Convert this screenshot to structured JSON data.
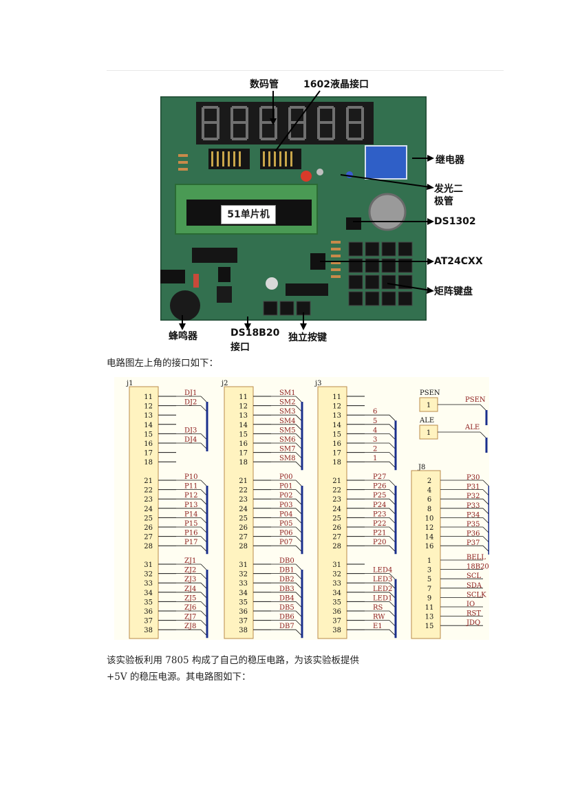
{
  "photo": {
    "callouts": {
      "seven_seg": "数码管",
      "lcd_port": "1602液晶接口",
      "relay": "继电器",
      "led_line1": "发光二",
      "led_line2": "极管",
      "ds1302": "DS1302",
      "eeprom": "AT24CXX",
      "keypad": "矩阵键盘",
      "buzzer": "蜂鸣器",
      "ds18b20_line1": "DS18B20",
      "ds18b20_line2": "接口",
      "buttons": "独立按键",
      "mcu": "51单片机"
    }
  },
  "text": {
    "intro": "电路图左上角的接口如下：",
    "para_line1": "该实验板利用 7805 构成了自己的稳压电路，为该实验板提供",
    "para_line2": "+5V 的稳压电源。其电路图如下："
  },
  "schematic": {
    "colors": {
      "body": "#fff3c0",
      "border": "#b88b4a",
      "pin_text": "#111111",
      "net_text": "#8b1a1a",
      "bus": "#1a2f8c"
    },
    "headers": [
      {
        "label": "j1",
        "groups": [
          {
            "pins": [
              "11",
              "12",
              "13",
              "14",
              "15",
              "16",
              "17",
              "18"
            ],
            "nets": [
              "DJ1",
              "DJ2",
              "",
              "",
              "DJ3",
              "DJ4",
              "",
              ""
            ]
          },
          {
            "pins": [
              "21",
              "22",
              "23",
              "24",
              "25",
              "26",
              "27",
              "28"
            ],
            "nets": [
              "P10",
              "P11",
              "P12",
              "P13",
              "P14",
              "P15",
              "P16",
              "P17"
            ]
          },
          {
            "pins": [
              "31",
              "32",
              "33",
              "34",
              "35",
              "36",
              "37",
              "38"
            ],
            "nets": [
              "ZJ1",
              "ZJ2",
              "ZJ3",
              "ZJ4",
              "ZJ5",
              "ZJ6",
              "ZJ7",
              "ZJ8"
            ]
          }
        ]
      },
      {
        "label": "j2",
        "groups": [
          {
            "pins": [
              "11",
              "12",
              "13",
              "14",
              "15",
              "16",
              "17",
              "18"
            ],
            "nets": [
              "SM1",
              "SM2",
              "SM3",
              "SM4",
              "SM5",
              "SM6",
              "SM7",
              "SM8"
            ]
          },
          {
            "pins": [
              "21",
              "22",
              "23",
              "24",
              "25",
              "26",
              "27",
              "28"
            ],
            "nets": [
              "P00",
              "P01",
              "P02",
              "P03",
              "P04",
              "P05",
              "P06",
              "P07"
            ]
          },
          {
            "pins": [
              "31",
              "32",
              "33",
              "34",
              "35",
              "36",
              "37",
              "38"
            ],
            "nets": [
              "DB0",
              "DB1",
              "DB2",
              "DB3",
              "DB4",
              "DB5",
              "DB6",
              "DB7"
            ]
          }
        ]
      },
      {
        "label": "j3",
        "groups": [
          {
            "pins": [
              "11",
              "12",
              "13",
              "14",
              "15",
              "16",
              "17",
              "18"
            ],
            "nets": [
              "",
              "",
              "6",
              "5",
              "4",
              "3",
              "2",
              "1"
            ]
          },
          {
            "pins": [
              "21",
              "22",
              "23",
              "24",
              "25",
              "26",
              "27",
              "28"
            ],
            "nets": [
              "P27",
              "P26",
              "P25",
              "P24",
              "P23",
              "P22",
              "P21",
              "P20"
            ]
          },
          {
            "pins": [
              "31",
              "32",
              "33",
              "34",
              "35",
              "36",
              "37",
              "38"
            ],
            "nets": [
              "",
              "LED4",
              "LED3",
              "LED2",
              "LED1",
              "RS",
              "RW",
              "E1"
            ]
          }
        ]
      }
    ],
    "psen": {
      "label": "PSEN",
      "pin": "1",
      "net": "PSEN"
    },
    "ale": {
      "label": "ALE",
      "pin": "1",
      "net": "ALE"
    },
    "j8": {
      "label": "J8",
      "groups": [
        {
          "pins": [
            "2",
            "4",
            "6",
            "8",
            "10",
            "12",
            "14",
            "16"
          ],
          "nets": [
            "P30",
            "P31",
            "P32",
            "P33",
            "P34",
            "P35",
            "P36",
            "P37"
          ]
        },
        {
          "pins": [
            "1",
            "3",
            "5",
            "7",
            "9",
            "11",
            "13",
            "15"
          ],
          "nets": [
            "BELL",
            "18B20",
            "SCL",
            "SDA",
            "SCLK",
            "IO",
            "RST",
            "JDQ"
          ]
        }
      ]
    }
  }
}
